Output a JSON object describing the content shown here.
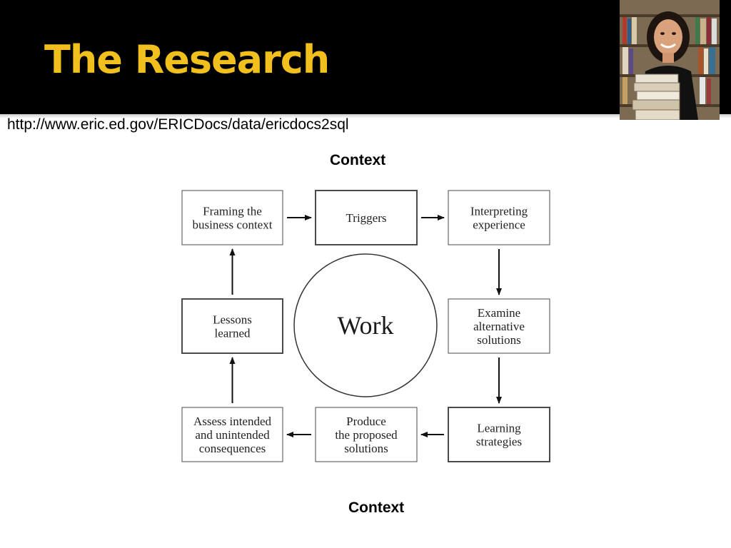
{
  "slide": {
    "title": "The Research",
    "source_url": "http://www.eric.ed.gov/ERICDocs/data/ericdocs2sql"
  },
  "colors": {
    "header_background": "#000000",
    "title_color": "#f2c01e"
  },
  "photo": {
    "icon": "woman-holding-books-photo"
  },
  "diagram": {
    "context_top": "Context",
    "context_bottom": "Context",
    "center_label": "Work",
    "nodes": [
      {
        "id": "framing",
        "lines": [
          "Framing the",
          "business context"
        ],
        "bold_border": false
      },
      {
        "id": "triggers",
        "lines": [
          "Triggers"
        ],
        "bold_border": true
      },
      {
        "id": "interpreting",
        "lines": [
          "Interpreting",
          "experience"
        ],
        "bold_border": false
      },
      {
        "id": "examine",
        "lines": [
          "Examine",
          "alternative",
          "solutions"
        ],
        "bold_border": false
      },
      {
        "id": "learning",
        "lines": [
          "Learning",
          "strategies"
        ],
        "bold_border": true
      },
      {
        "id": "produce",
        "lines": [
          "Produce",
          "the proposed",
          "solutions"
        ],
        "bold_border": false
      },
      {
        "id": "assess",
        "lines": [
          "Assess intended",
          "and unintended",
          "consequences"
        ],
        "bold_border": false
      },
      {
        "id": "lessons",
        "lines": [
          "Lessons",
          "learned"
        ],
        "bold_border": true
      }
    ],
    "edges": [
      {
        "from": "framing",
        "to": "triggers"
      },
      {
        "from": "triggers",
        "to": "interpreting"
      },
      {
        "from": "interpreting",
        "to": "examine"
      },
      {
        "from": "examine",
        "to": "learning"
      },
      {
        "from": "learning",
        "to": "produce"
      },
      {
        "from": "produce",
        "to": "assess"
      },
      {
        "from": "assess",
        "to": "lessons"
      },
      {
        "from": "lessons",
        "to": "framing"
      }
    ]
  }
}
